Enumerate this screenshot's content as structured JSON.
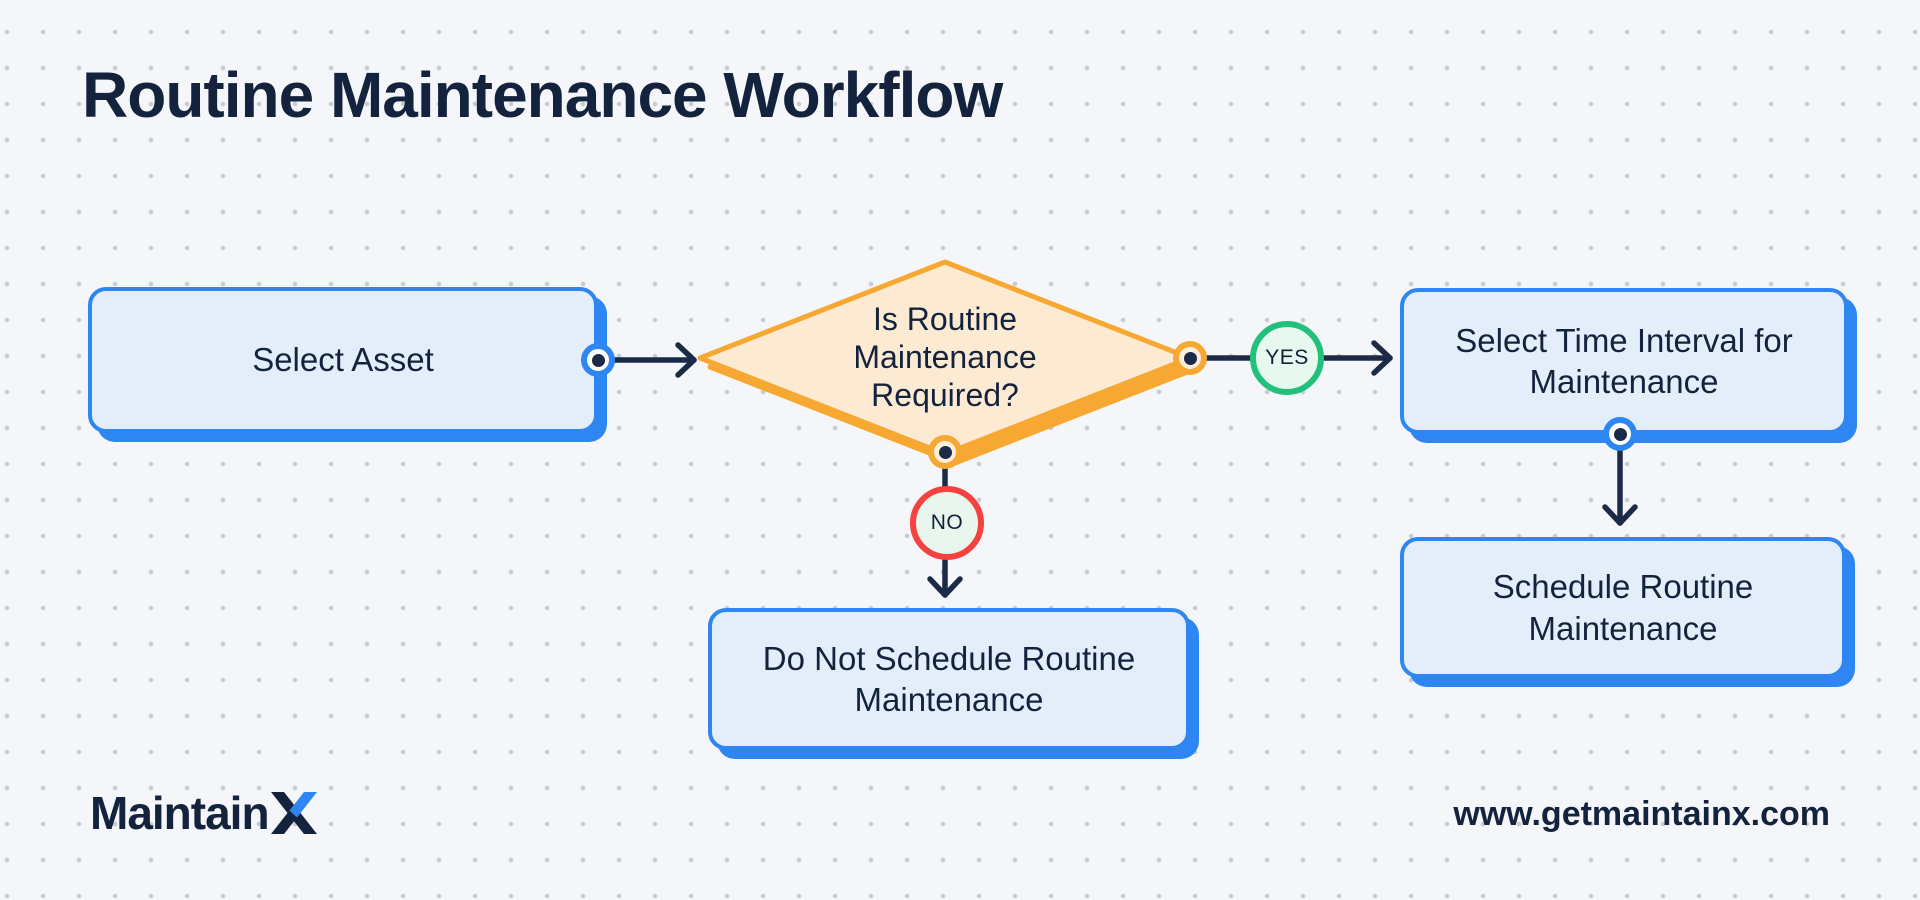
{
  "title": "Routine Maintenance Workflow",
  "flowchart": {
    "nodes": {
      "select_asset": {
        "label": "Select Asset",
        "type": "process"
      },
      "decision": {
        "label": "Is Routine Maintenance Required?",
        "type": "decision"
      },
      "select_interval": {
        "label": "Select Time Interval for Maintenance",
        "type": "process"
      },
      "schedule": {
        "label": "Schedule Routine Maintenance",
        "type": "process"
      },
      "do_not_schedule": {
        "label": "Do Not Schedule Routine Maintenance",
        "type": "process"
      }
    },
    "edges": {
      "asset_to_decision": {
        "from": "select_asset",
        "to": "decision"
      },
      "yes": {
        "from": "decision",
        "to": "select_interval",
        "label": "YES"
      },
      "no": {
        "from": "decision",
        "to": "do_not_schedule",
        "label": "NO"
      },
      "interval_to_schedule": {
        "from": "select_interval",
        "to": "schedule"
      }
    }
  },
  "footer": {
    "logo": {
      "part1": "Maintain",
      "part2": "X"
    },
    "website": "www.getmaintainx.com"
  },
  "colors": {
    "background": "#F5F6F9",
    "grid_dot": "#C9CBD2",
    "navy_text": "#14233D",
    "box_border_blue": "#2E86F2",
    "box_fill_blue": "#E4EEFB",
    "diamond_border_orange": "#F7A832",
    "diamond_fill": "#FCEAD3",
    "yes_green": "#21C17C",
    "yes_fill": "#E7F8EF",
    "no_red": "#F6413F",
    "no_fill": "#E9F6EE",
    "arrow": "#1B2B47",
    "logo_blue": "#2E86F2"
  }
}
